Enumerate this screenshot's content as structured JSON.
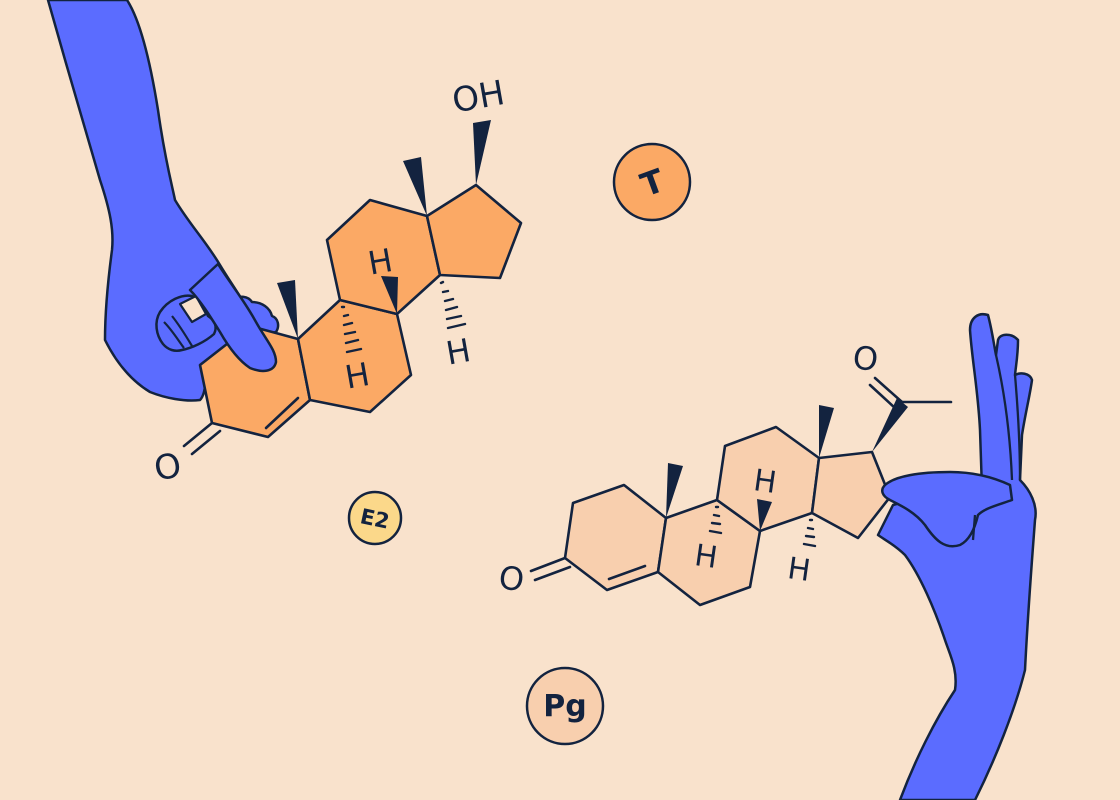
{
  "illustration": {
    "background_color": "#f9e2cc",
    "outline_color": "#13233f",
    "hand_color": "#5b6cff",
    "testosterone_fill": "#fba965",
    "progesterone_fill": "#f8cfae",
    "estradiol_badge_fill": "#fbd88a"
  },
  "badges": {
    "testosterone": {
      "label": "T",
      "fill": "#fba965"
    },
    "estradiol": {
      "label": "E2",
      "fill": "#fbd88a"
    },
    "progesterone": {
      "label": "Pg",
      "fill": "#f8cfae"
    }
  },
  "molecules": {
    "testosterone": {
      "hydroxyl_label": "OH",
      "ketone_label": "O",
      "hydrogen_labels": [
        "H",
        "H",
        "H"
      ]
    },
    "progesterone": {
      "acetyl_oxygen_label": "O",
      "ketone_label": "O",
      "hydrogen_labels": [
        "H",
        "H",
        "H"
      ]
    }
  }
}
